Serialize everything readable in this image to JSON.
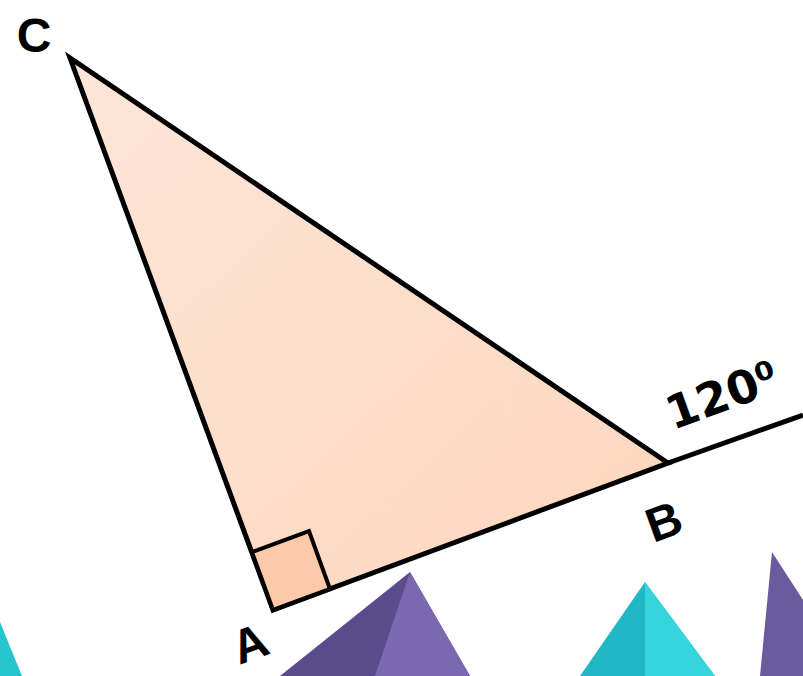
{
  "diagram": {
    "labels": [
      "C",
      "A",
      "B",
      "120⁰"
    ]
  }
}
